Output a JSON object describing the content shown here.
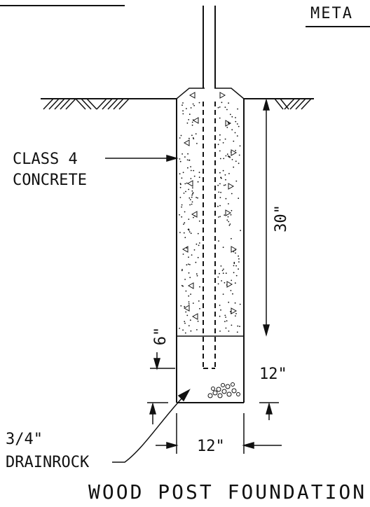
{
  "drawing": {
    "corner_label": "META",
    "title": "WOOD POST FOUNDATION",
    "labels": {
      "concrete_line1": "CLASS 4",
      "concrete_line2": "CONCRETE",
      "drainrock_line1": "3/4\"",
      "drainrock_line2": "DRAINROCK"
    },
    "dimensions": {
      "embed_depth": "30\"",
      "post_below_concrete": "6\"",
      "drainrock_depth": "12\"",
      "hole_width": "12\""
    }
  }
}
